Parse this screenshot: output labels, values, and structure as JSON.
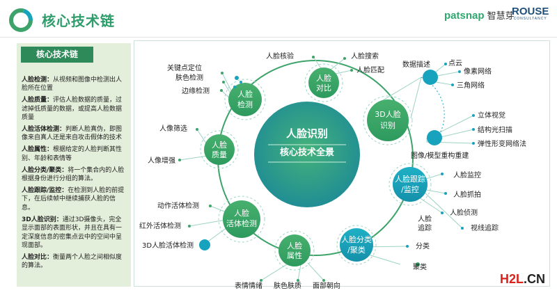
{
  "header": {
    "title": "核心技术链",
    "brand_patsnap": "patsnap",
    "brand_patsnap_cn": "智慧芽",
    "brand_rouse": "ROUSE",
    "brand_rouse_sub": "CONSULTANCY"
  },
  "sidebar": {
    "title": "核心技术链",
    "items": [
      {
        "term": "人脸检测：",
        "desc": "从视频和图像中检测出人脸所在位置"
      },
      {
        "term": "人脸质量：",
        "desc": "评估人脸数据的质量，过滤掉低质量的数据，或提高人脸数据质量"
      },
      {
        "term": "人脸活体检测：",
        "desc": "判断人脸真伪，即图像来自真人还是来自攻击假体的技术"
      },
      {
        "term": "人脸属性：",
        "desc": "根据给定的人脸判断其性别、年龄和表情等"
      },
      {
        "term": "人脸分类/聚类：",
        "desc": "将一个集合内的人脸根据身份进行分组的算法。"
      },
      {
        "term": "人脸跟踪/监控：",
        "desc": "在检测到人脸的前提下，在后续帧中继续捕获人脸的信息。"
      },
      {
        "term": "3D人脸识别：",
        "desc": "通过3D摄像头，完全显示面部的表面形状，并且在具有一定深度信息的密集点云中的空间中呈现面部。"
      },
      {
        "term": "人脸对比：",
        "desc": "衡量两个人脸之间相似度的算法。"
      }
    ]
  },
  "diagram": {
    "center": {
      "line1": "人脸识别",
      "line2": "核心技术全景"
    },
    "nodes": [
      {
        "name": "face-compare",
        "line1": "人脸",
        "line2": "对比",
        "leaves": [
          "人脸核验",
          "人脸搜索",
          "人脸匹配"
        ]
      },
      {
        "name": "face-3d",
        "line1": "3D人脸",
        "line2": "识别",
        "leaves": [
          "数据描述",
          "点云",
          "像素网络",
          "三角网络",
          "立体视觉",
          "结构光扫描",
          "弹性形变网络法",
          "图像/模型重构重建"
        ]
      },
      {
        "name": "face-tracking",
        "line1": "人脸跟踪",
        "line2": "/监控",
        "leaves": [
          "人脸监控",
          "人脸抓拍",
          "人脸侦测",
          "人脸",
          "追踪",
          "视线追踪"
        ]
      },
      {
        "name": "face-clustering",
        "line1": "人脸分类",
        "line2": "/聚类",
        "leaves": [
          "分类",
          "聚类"
        ]
      },
      {
        "name": "face-attribute",
        "line1": "人脸",
        "line2": "属性",
        "leaves": [
          "表情情绪",
          "肤色肤质",
          "面部朝向"
        ]
      },
      {
        "name": "face-liveness",
        "line1": "人脸",
        "line2": "活体检测",
        "leaves": [
          "动作活体检测",
          "红外活体检测",
          "3D人脸活体检测"
        ]
      },
      {
        "name": "face-quality",
        "line1": "人脸",
        "line2": "质量",
        "leaves": [
          "人像筛选",
          "人像增强"
        ]
      },
      {
        "name": "face-detection",
        "line1": "人脸",
        "line2": "检测",
        "leaves": [
          "关键点定位",
          "肤色检测",
          "边缘检测"
        ]
      }
    ]
  },
  "watermark": {
    "red": "H2L",
    "black": ".CN"
  },
  "colors": {
    "primary": "#3da36a",
    "dark": "#2e8a59",
    "teal": "#17a3bd",
    "sidebar_bg": "#e4efdb",
    "title": "#2f9d6b"
  }
}
